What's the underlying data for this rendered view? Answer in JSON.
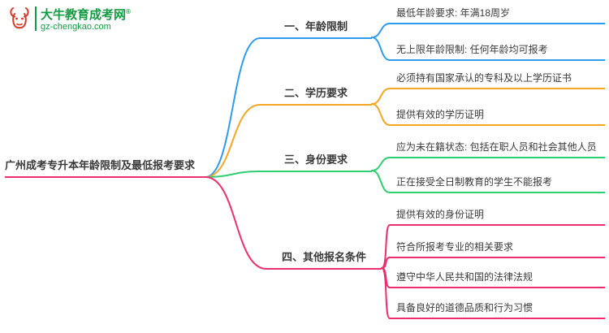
{
  "logo": {
    "title": "大牛教育成考网",
    "registered_mark": "®",
    "url": "gz-chengkao.com"
  },
  "colors": {
    "blue": "#2f9bef",
    "orange": "#f5a623",
    "green": "#2fce71",
    "pink": "#ed2f6e",
    "logo_green": "#149b43",
    "bull_red": "#d5392e",
    "text": "#3a3a3a"
  },
  "mindmap": {
    "root": {
      "label": "广州成考专升本年龄限制及最低报考要求"
    },
    "branches": [
      {
        "label": "一、年龄限制",
        "color": "blue",
        "children": [
          "最低年龄要求: 年满18周岁",
          "无上限年龄限制: 任何年龄均可报考"
        ]
      },
      {
        "label": "二、学历要求",
        "color": "orange",
        "children": [
          "必须持有国家承认的专科及以上学历证书",
          "提供有效的学历证明"
        ]
      },
      {
        "label": "三、身份要求",
        "color": "green",
        "children": [
          "应为未在籍状态: 包括在职人员和社会其他人员",
          "正在接受全日制教育的学生不能报考"
        ]
      },
      {
        "label": "四、其他报名条件",
        "color": "pink",
        "children": [
          "提供有效的身份证明",
          "符合所报考专业的相关要求",
          "遵守中华人民共和国的法律法规",
          "具备良好的道德品质和行为习惯"
        ]
      }
    ]
  }
}
